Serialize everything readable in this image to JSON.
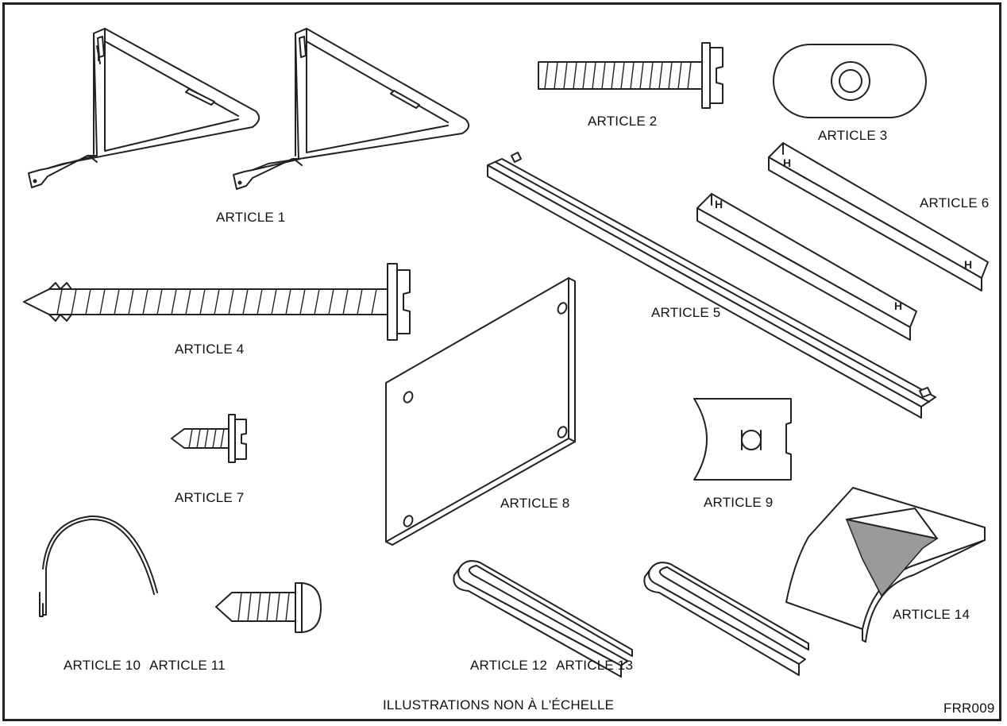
{
  "labels": {
    "a1": "ARTICLE 1",
    "a2": "ARTICLE 2",
    "a3": "ARTICLE 3",
    "a4": "ARTICLE 4",
    "a5": "ARTICLE 5",
    "a6": "ARTICLE 6",
    "a7": "ARTICLE 7",
    "a8": "ARTICLE 8",
    "a9": "ARTICLE 9",
    "a10": "ARTICLE 10",
    "a11": "ARTICLE 11",
    "a12": "ARTICLE 12",
    "a13": "ARTICLE 13",
    "a14": "ARTICLE 14"
  },
  "footer": {
    "note": "ILLUSTRATIONS NON À L'ÉCHELLE",
    "code": "FRR009"
  }
}
